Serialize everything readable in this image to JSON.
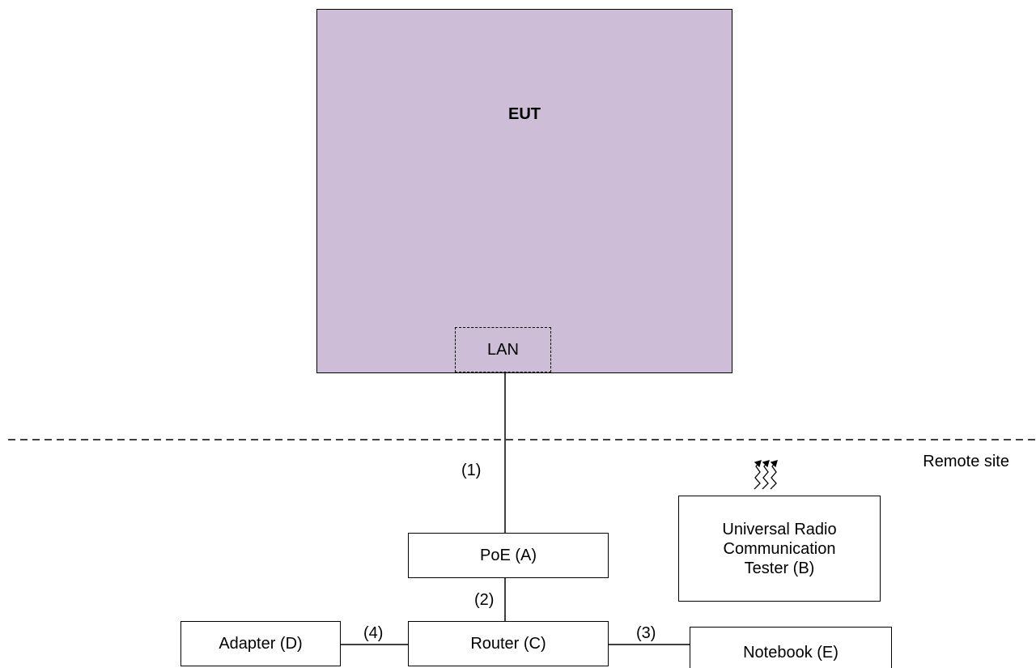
{
  "eut": {
    "title": "EUT",
    "port_label": "LAN"
  },
  "remote_site_label": "Remote site",
  "devices": {
    "poe": "PoE (A)",
    "tester_line1": "Universal Radio",
    "tester_line2": "Communication",
    "tester_line3": "Tester (B)",
    "router": "Router (C)",
    "adapter": "Adapter (D)",
    "notebook": "Notebook (E)"
  },
  "cables": {
    "c1": "(1)",
    "c2": "(2)",
    "c3": "(3)",
    "c4": "(4)"
  }
}
